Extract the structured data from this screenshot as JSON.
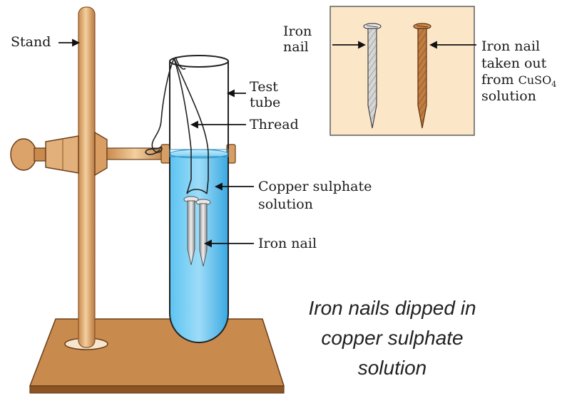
{
  "labels": {
    "stand": "Stand",
    "test_tube_1": "Test",
    "test_tube_2": "tube",
    "thread": "Thread",
    "copper_solution_1": "Copper sulphate",
    "copper_solution_2": "solution",
    "iron_nail": "Iron nail"
  },
  "inset": {
    "iron_nail_1": "Iron",
    "iron_nail_2": "nail",
    "taken_out_1": "Iron nail",
    "taken_out_2": "taken out",
    "taken_out_3_prefix": "from",
    "taken_out_3_formula": "CuSO",
    "taken_out_3_subscript": "4",
    "taken_out_4": "solution"
  },
  "caption": {
    "line1": "Iron nails dipped in",
    "line2": "copper sulphate",
    "line3": "solution"
  },
  "colors": {
    "wood": "#c98a4e",
    "wood_dark": "#8a5424",
    "stand_rod": "#e2b07a",
    "solution": "#3fb0e8",
    "inset_bg": "#fbe7c8",
    "rusted_nail": "#b8743a"
  }
}
